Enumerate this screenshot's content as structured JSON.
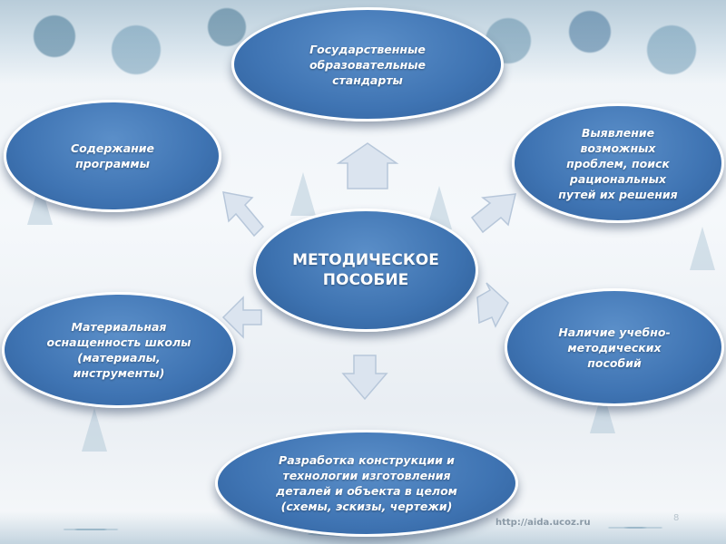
{
  "diagram": {
    "center": "МЕТОДИЧЕСКОЕ\nПОСОБИЕ",
    "nodes": {
      "standards": "Государственные\nобразовательные\nстандарты",
      "problems": "Выявление\nвозможных\nпроблем, поиск\nрациональных\nпутей их решения",
      "manuals": "Наличие учебно-\nметодических\nпособий",
      "development": "Разработка конструкции и\nтехнологии изготовления\nдеталей и объекта в целом\n(схемы, эскизы, чертежи)",
      "equipment": "Материальная\nоснащенность школы\n(материалы,\nинструменты)",
      "content": "Содержание\nпрограммы"
    }
  },
  "footer": {
    "url": "http://aida.ucoz.ru",
    "page_number": "8"
  },
  "colors": {
    "node_fill": "#3f74b3",
    "node_border": "#ffffff",
    "arrow_fill": "#dbe4ef",
    "arrow_stroke": "#b7c7da"
  }
}
